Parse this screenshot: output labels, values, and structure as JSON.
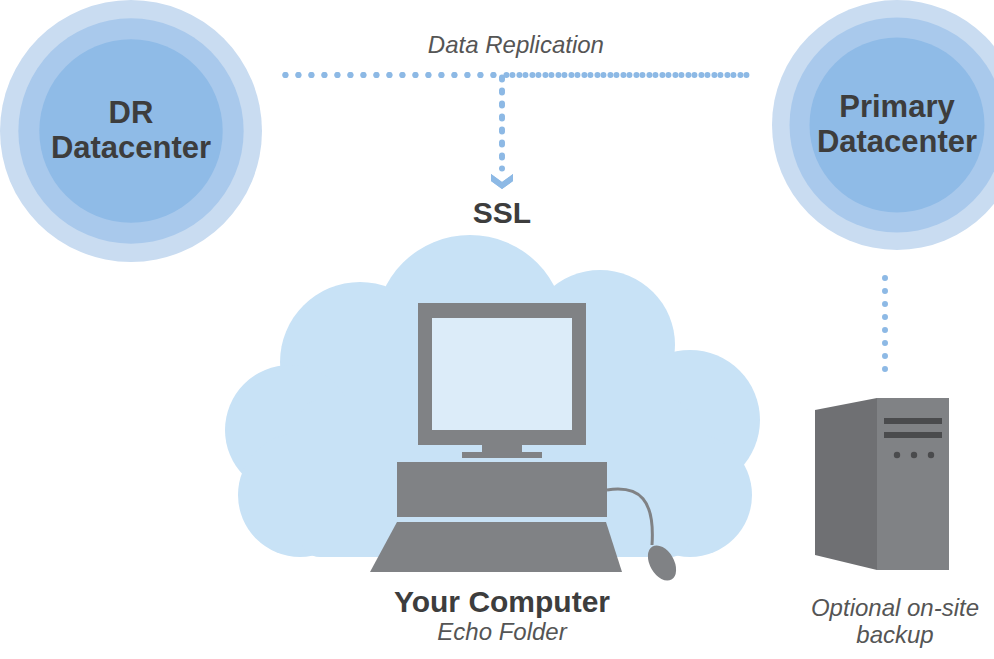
{
  "diagram": {
    "nodes": [
      {
        "text": [
          "DR Datacenter"
        ]
      },
      {
        "text": [
          "Primary Datacenter"
        ]
      },
      {
        "text": [
          "Your Computer",
          "Echo Folder"
        ]
      },
      {
        "text": [
          "Optional on-site backup"
        ]
      }
    ],
    "edges": [
      {
        "from": 0,
        "to": 1,
        "arrow": "none",
        "label": "Data Replication"
      },
      {
        "from": 0,
        "to": 2,
        "arrow": "to"
      },
      {
        "from": 1,
        "to": 2,
        "arrow": "to"
      },
      {
        "from": 1,
        "to": 3,
        "arrow": "none"
      }
    ],
    "labels": [
      "SSL"
    ]
  }
}
